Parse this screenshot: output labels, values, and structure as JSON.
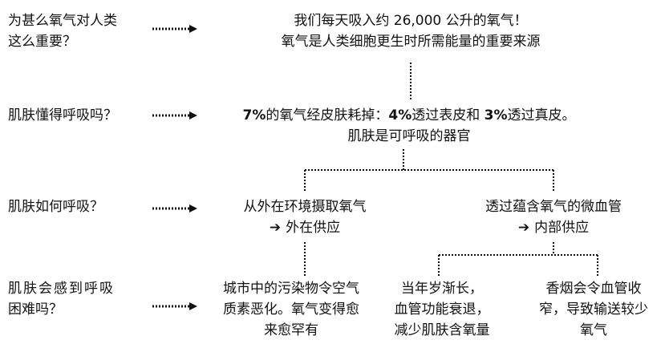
{
  "questions": {
    "q1_line1": "为甚么氧气对人类",
    "q1_line2": "这么重要？",
    "q2": "肌肤懂得呼吸吗？",
    "q3": "肌肤如何呼吸？",
    "q4_line1": "肌肤会感到呼吸",
    "q4_line2": "困难吗？"
  },
  "answers": {
    "a1_line1": "我们每天吸入约 26,000 公升的氧气！",
    "a1_line2": "氧气是人类细胞更生时所需能量的重要来源",
    "a2_pct1": "7%",
    "a2_text1": "的氧气经皮肤耗掉：",
    "a2_pct2": "4%",
    "a2_text2": "透过表皮和 ",
    "a2_pct3": "3%",
    "a2_text3": "透过真皮。",
    "a2_line2": "肌肤是可呼吸的器官",
    "a3_left_line1": "从外在环境摄取氧气",
    "a3_left_line2": "外在供应",
    "a3_right_line1": "透过蕴含氧气的微血管",
    "a3_right_line2": "内部供应",
    "a4_left_line1": "城市中的污染物令空气",
    "a4_left_line2": "质素恶化。氧气变得愈",
    "a4_left_line3": "来愈罕有",
    "a4_mid_line1": "当年岁渐长，",
    "a4_mid_line2": "血管功能衰退，",
    "a4_mid_line3": "减少肌肤含氧量",
    "a4_right_line1": "香烟会令血管收",
    "a4_right_line2": "窄，导致输送较少",
    "a4_right_line3": "氧气"
  },
  "icons": {
    "bullet_arrow": "right-arrow-icon",
    "dotted_arrow": "dotted-arrow-icon"
  },
  "colors": {
    "text": "#111111",
    "line": "#111111",
    "background": "#ffffff"
  }
}
